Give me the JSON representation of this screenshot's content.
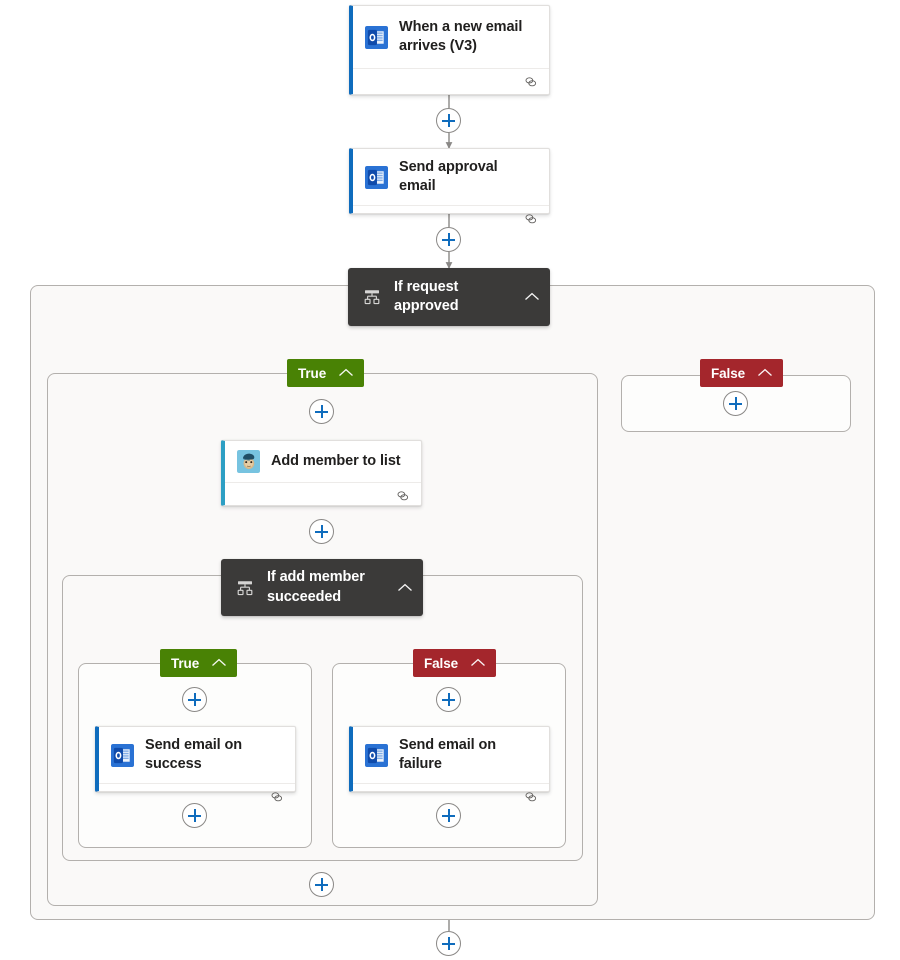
{
  "flow": {
    "title": "Approval flow designer canvas",
    "colors": {
      "true_branch": "#498205",
      "false_branch": "#a4262c",
      "condition_card": "#3b3a39",
      "accent_blue": "#0f6cbd",
      "accent_teal": "#2d9fc4",
      "scope_fill": "#faf9f8",
      "scope_border": "#b3b0ad",
      "connector": "#8a8886"
    },
    "nodes": {
      "trigger": {
        "label": "When a new email arrives (V3)",
        "icon": "outlook-icon",
        "footer_icon": "connections-link-icon"
      },
      "send_approval": {
        "label": "Send approval email",
        "icon": "outlook-icon",
        "footer_icon": "connections-link-icon"
      },
      "condition_outer": {
        "label": "If request approved",
        "icon": "condition-icon",
        "collapse_icon": "chevron-up-icon"
      },
      "add_member": {
        "label": "Add member to list",
        "icon": "mailchimp-icon",
        "footer_icon": "connections-link-icon"
      },
      "condition_inner": {
        "label": "If add member succeeded",
        "icon": "condition-icon",
        "collapse_icon": "chevron-up-icon"
      },
      "send_success": {
        "label": "Send email on success",
        "icon": "outlook-icon",
        "footer_icon": "connections-link-icon"
      },
      "send_failure": {
        "label": "Send email on failure",
        "icon": "outlook-icon",
        "footer_icon": "connections-link-icon"
      }
    },
    "branches": {
      "outer_true": {
        "label": "True",
        "collapse_icon": "chevron-up-icon"
      },
      "outer_false": {
        "label": "False",
        "collapse_icon": "chevron-up-icon"
      },
      "inner_true": {
        "label": "True",
        "collapse_icon": "chevron-up-icon"
      },
      "inner_false": {
        "label": "False",
        "collapse_icon": "chevron-up-icon"
      }
    },
    "add_buttons": [
      {
        "id": "add-after-trigger",
        "name": "add-step-after-trigger"
      },
      {
        "id": "add-after-approval",
        "name": "add-step-after-send-approval-email"
      },
      {
        "id": "add-in-outer-true",
        "name": "add-step-in-outer-true-branch"
      },
      {
        "id": "add-in-outer-false",
        "name": "add-step-in-outer-false-branch"
      },
      {
        "id": "add-after-add-member",
        "name": "add-step-after-add-member-to-list"
      },
      {
        "id": "add-in-inner-true-top",
        "name": "add-step-in-inner-true-branch-top"
      },
      {
        "id": "add-in-inner-true-bottom",
        "name": "add-step-in-inner-true-branch-bottom"
      },
      {
        "id": "add-in-inner-false-top",
        "name": "add-step-in-inner-false-branch-top"
      },
      {
        "id": "add-in-inner-false-bottom",
        "name": "add-step-in-inner-false-branch-bottom"
      },
      {
        "id": "add-end-outer-true",
        "name": "add-step-end-of-outer-true-branch"
      },
      {
        "id": "add-end-of-flow",
        "name": "add-step-end-of-flow"
      }
    ]
  }
}
